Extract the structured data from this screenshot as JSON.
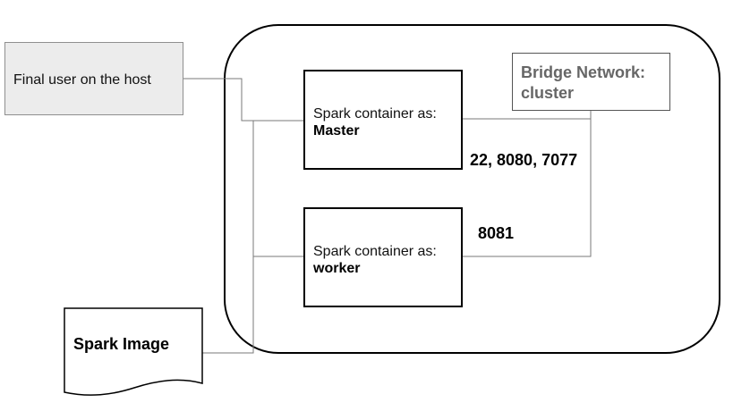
{
  "host_user": {
    "label": "Final user on the host"
  },
  "network": {
    "line1": "Bridge Network:",
    "line2": "cluster"
  },
  "master": {
    "line1": "Spark container as:",
    "line2": "Master"
  },
  "worker": {
    "line1": "Spark container as:",
    "line2": "worker"
  },
  "ports": {
    "master": "22, 8080, 7077",
    "worker": "8081"
  },
  "image": {
    "label": "Spark Image"
  }
}
